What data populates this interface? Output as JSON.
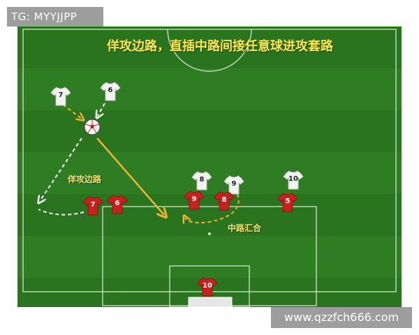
{
  "watermark_top": "TG: MYYJJPP",
  "watermark_bottom": "www.qzzfch666.com",
  "title": "佯攻边路，直插中路间接任意球进攻套路",
  "annotations": {
    "wing_feint": "佯攻边路",
    "center_converge": "中路汇合"
  },
  "attackers": [
    "7",
    "6",
    "8",
    "9",
    "10"
  ],
  "defenders": [
    "7",
    "6",
    "9",
    "8",
    "5",
    "10"
  ],
  "colors": {
    "pitch": "#2f7d22",
    "pitch_stripe": "#2a7420",
    "title_text": "#ffe84a",
    "attacker_shirt": "#f2f2f2",
    "defender_shirt": "#c7211f",
    "pass_line": "#f2b233",
    "run_line": "#ffffff"
  },
  "icons": [
    "football-icon",
    "white-shirt-icon",
    "red-shirt-icon"
  ]
}
